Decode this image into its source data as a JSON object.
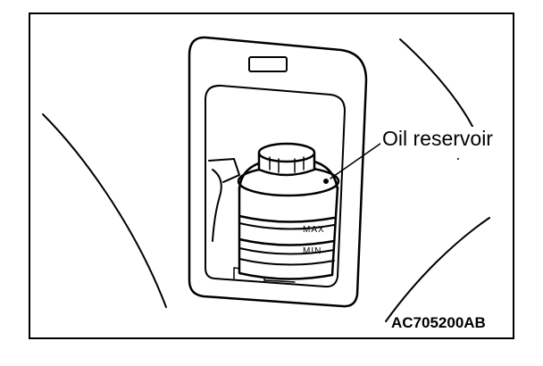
{
  "diagram": {
    "callout_label": "Oil reservoir",
    "max_mark": "MAX",
    "min_mark": "MIN",
    "figure_id": "AC705200AB"
  }
}
